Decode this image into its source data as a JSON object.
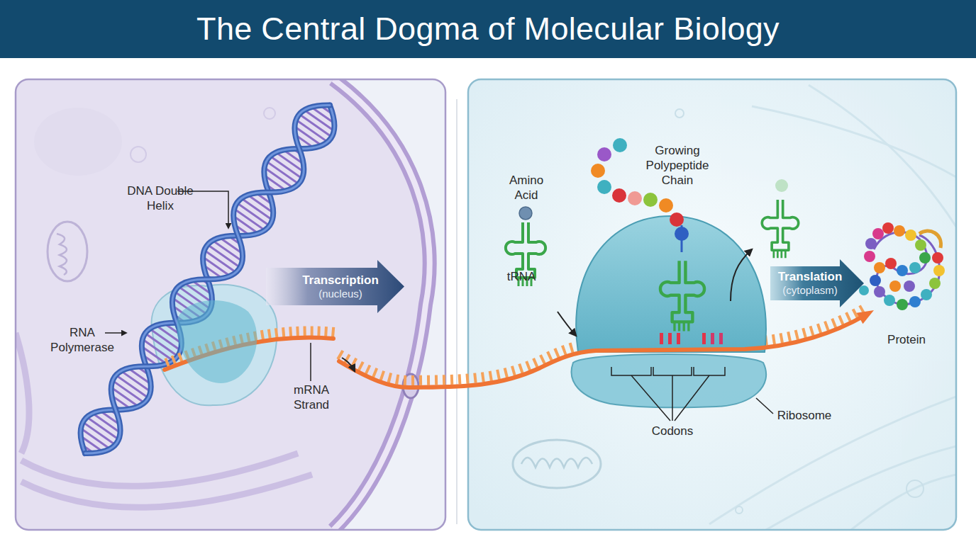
{
  "diagram": {
    "title": "The Central Dogma of Molecular Biology",
    "nodes": [
      {
        "text": [
          "Transcription",
          "(nucleus)"
        ]
      },
      {
        "text": [
          "Translation",
          "(cytoplasm)"
        ]
      }
    ],
    "labels": [
      "DNA Double Helix",
      "RNA Polymerase",
      "mRNA Strand",
      "Amino Acid",
      "tRNA",
      "Growing Polypeptide Chain",
      "Codons",
      "Ribosome",
      "Protein"
    ]
  }
}
